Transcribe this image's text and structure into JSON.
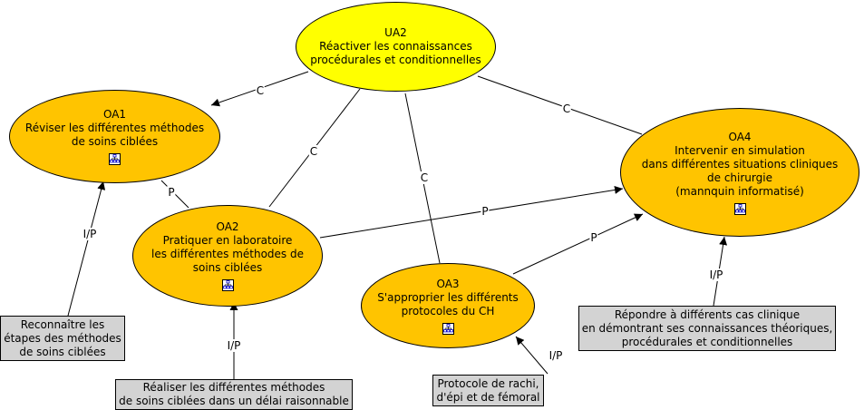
{
  "nodes": {
    "ua2": [
      "UA2",
      "Réactiver les connaissances",
      "procédurales et conditionnelles"
    ],
    "oa1": [
      "OA1",
      "Réviser les différentes méthodes",
      "de soins ciblées"
    ],
    "oa2": [
      "OA2",
      "Pratiquer en laboratoire",
      "les différentes méthodes de",
      "soins ciblées"
    ],
    "oa3": [
      "OA3",
      "S'approprier les différents",
      "protocoles du CH"
    ],
    "oa4": [
      "OA4",
      "Intervenir en simulation",
      "dans différentes situations cliniques",
      "de chirurgie",
      "(mannquin informatisé)"
    ]
  },
  "notes": {
    "n1": [
      "Reconnaître les",
      "étapes des méthodes",
      "de soins ciblées"
    ],
    "n2": [
      "Réaliser les différentes méthodes",
      "de soins ciblées dans un délai raisonnable"
    ],
    "n3": [
      "Protocole de rachi,",
      "d'épi et de fémoral"
    ],
    "n4": [
      "Répondre à différents cas clinique",
      "en démontrant ses connaissances théoriques,",
      "procédurales et conditionnelles"
    ]
  },
  "link_labels": {
    "ua2_oa1": "C",
    "ua2_oa2": "C",
    "ua2_oa3": "C",
    "ua2_oa4": "C",
    "oa1_oa2": "P",
    "oa2_oa4": "P",
    "oa3_oa4": "P",
    "n1_oa1": "I/P",
    "n2_oa2": "I/P",
    "n3_oa3": "I/P",
    "n4_oa4": "I/P"
  },
  "icon": "submap-icon",
  "colors": {
    "ua_fill": "#ffff00",
    "oa_fill": "#ffc400",
    "note_fill": "#d3d3d3",
    "line": "#000000"
  }
}
